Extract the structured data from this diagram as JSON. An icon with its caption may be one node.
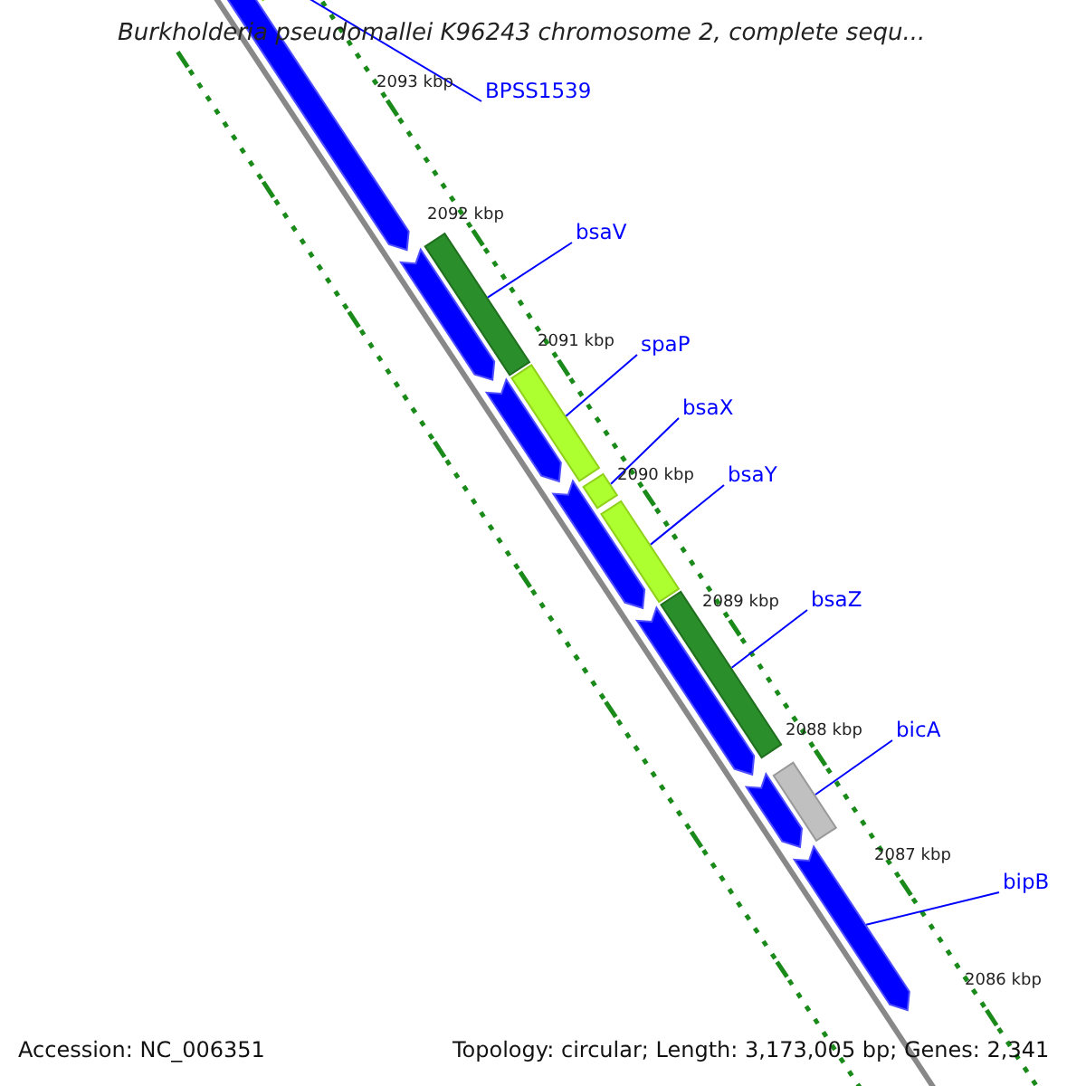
{
  "diagram": {
    "title": "Burkholderia pseudomallei K96243 chromosome 2, complete sequ...",
    "nodes": [
      {
        "text": [
          "BPSS1539"
        ]
      },
      {
        "text": [
          "bsaV"
        ]
      },
      {
        "text": [
          "spaP"
        ]
      },
      {
        "text": [
          "bsaX"
        ]
      },
      {
        "text": [
          "bsaY"
        ]
      },
      {
        "text": [
          "bsaZ"
        ]
      },
      {
        "text": [
          "bicA"
        ]
      },
      {
        "text": [
          "bipB"
        ]
      },
      {
        "text": [],
        "shape": "bar"
      },
      {
        "text": [],
        "shape": "bar"
      },
      {
        "text": [],
        "shape": "bar"
      },
      {
        "text": [],
        "shape": "bar"
      },
      {
        "text": [],
        "shape": "bar"
      },
      {
        "text": [],
        "shape": "bar"
      },
      {
        "text": [],
        "shape": "bar"
      },
      {
        "text": [],
        "shape": "bar"
      },
      {
        "text": [],
        "shape": "bar"
      },
      {
        "text": [],
        "shape": "bar"
      },
      {
        "text": [],
        "shape": "bar"
      },
      {
        "text": [],
        "shape": "bar"
      },
      {
        "text": [],
        "shape": "bar"
      },
      {
        "text": [],
        "shape": "bar"
      }
    ],
    "edges": [
      {
        "from": 0,
        "to": 8,
        "arrow": "none"
      },
      {
        "from": 1,
        "to": 10,
        "arrow": "none"
      },
      {
        "from": 2,
        "to": 12,
        "arrow": "none"
      },
      {
        "from": 3,
        "to": 14,
        "arrow": "none"
      },
      {
        "from": 4,
        "to": 15,
        "arrow": "none"
      },
      {
        "from": 5,
        "to": 17,
        "arrow": "none"
      },
      {
        "from": 6,
        "to": 19,
        "arrow": "none"
      },
      {
        "from": 7,
        "to": 21,
        "arrow": "none"
      }
    ],
    "labels": [
      "2093 kbp",
      "2092 kbp",
      "2091 kbp",
      "2090 kbp",
      "2089 kbp",
      "2088 kbp",
      "2087 kbp",
      "2086 kbp",
      "Accession: NC_006351",
      "Topology: circular; Length: 3,173,005 bp; Genes: 2,341"
    ]
  }
}
